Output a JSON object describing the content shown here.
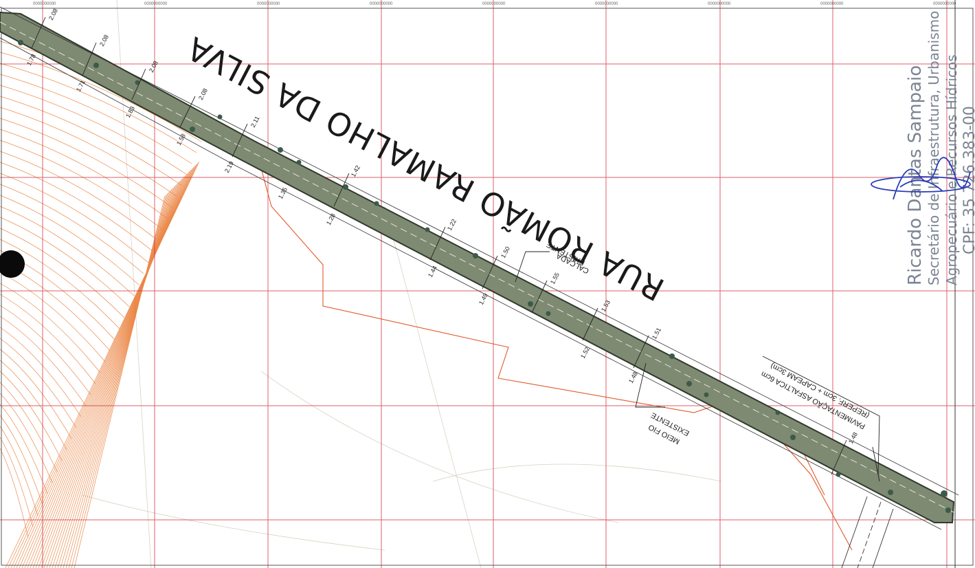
{
  "road_name": "RUA ROMÃO RAMALHO DA SILVA",
  "notes": {
    "sidewalk": [
      "CALÇADA",
      "EXISTENTE"
    ],
    "curb": [
      "MEIO FIO",
      "EXISTENTE"
    ],
    "paving": [
      "PAVIMENTAÇÃO ASFALTICA 6cm",
      "(REPERF. 3cm + CAPEAM 3cm)"
    ]
  },
  "widths": [
    "2.08",
    "2.08",
    "2.08",
    "2.08",
    "2.11",
    "1.42",
    "1.22",
    "1.50",
    "1.55",
    "1.53",
    "1.51",
    "1.48",
    "1.78",
    "1.71",
    "1.83",
    "1.58",
    "2.19",
    "1.35",
    "1.28",
    "1.44",
    "1.49",
    "1.52",
    "1.48"
  ],
  "grid_ticks": [
    "0000000000",
    "0000000000",
    "0000000000",
    "0000000000",
    "0000000000",
    "0000000000",
    "0000000000",
    "0000000000",
    "0000000000"
  ],
  "stamp": {
    "name": "Ricardo Dantas Sampaio",
    "role": "Secretário de Infraestrutura, Urbanismo",
    "role2": "Agropecuário e Recursos Hídricos",
    "cpf": "CPF: 35 726.383-00"
  },
  "colors": {
    "grid": "#d12a3a",
    "road_fill": "#7f8a72",
    "road_edge": "#2f3a2c",
    "contour": "#e8742a",
    "signature": "#2a3cb8"
  }
}
